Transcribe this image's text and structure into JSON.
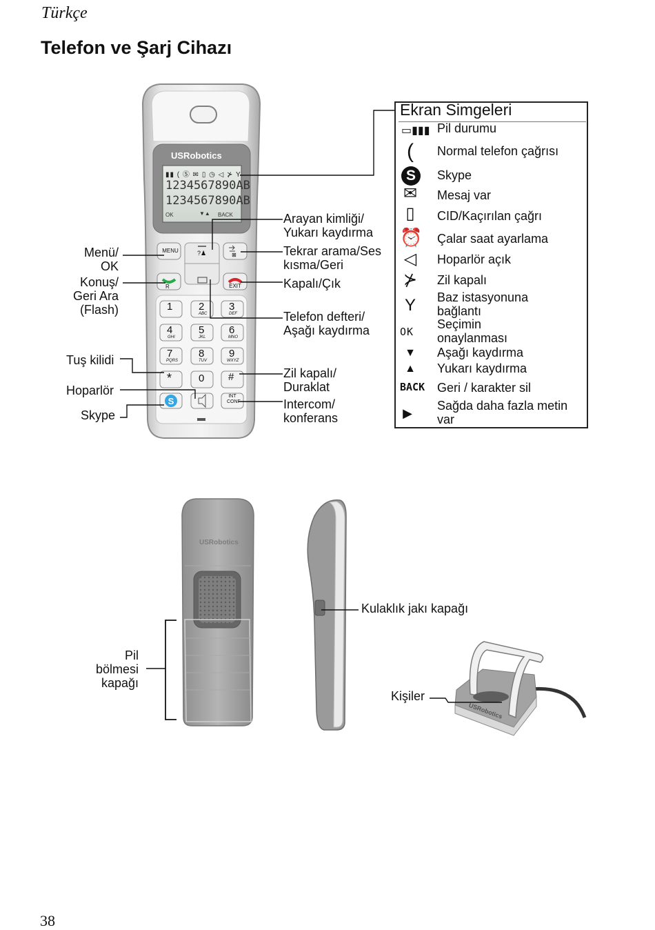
{
  "header": {
    "language": "Türkçe",
    "title": "Telefon ve Şarj Cihazı"
  },
  "phone": {
    "brand": "USRobotics",
    "lcd_line1": "1234567890AB",
    "lcd_line2": "1234567890AB",
    "softkey_left": "OK",
    "softkey_right": "BACK",
    "keys": {
      "menu": "MENU",
      "exit": "EXIT",
      "r": "R",
      "int_top": "INT",
      "int_bottom": "CONF",
      "k1": "1",
      "k2": "2",
      "k2s": "ABC",
      "k3": "3",
      "k3s": "DEF",
      "k4": "4",
      "k4s": "GHI",
      "k5": "5",
      "k5s": "JKL",
      "k6": "6",
      "k6s": "MNO",
      "k7": "7",
      "k7s": "PQRS",
      "k8": "8",
      "k8s": "TUV",
      "k9": "9",
      "k9s": "WXYZ",
      "kstar": "*",
      "k0": "0",
      "khash": "#"
    }
  },
  "left_labels": {
    "menu": [
      "Menü/",
      "OK"
    ],
    "talk": [
      "Konuş/",
      "Geri Ara",
      "(Flash)"
    ],
    "keylock": "Tuş kilidi",
    "speaker": "Hoparlör",
    "skype": "Skype"
  },
  "right_labels": {
    "caller_id": [
      "Arayan kimliği/",
      "Yukarı kaydırma"
    ],
    "redial": [
      "Tekrar arama/Ses",
      "kısma/Geri"
    ],
    "off": "Kapalı/Çık",
    "phonebook": [
      "Telefon defteri/",
      "Aşağı kaydırma"
    ],
    "ringer": [
      "Zil kapalı/",
      "Duraklat"
    ],
    "intercom": [
      "Intercom/",
      "konferans"
    ]
  },
  "icons_box": {
    "title": "Ekran Simgeleri",
    "items": [
      {
        "icon": "battery-icon",
        "label": "Pil durumu"
      },
      {
        "icon": "handset-icon",
        "label": "Normal telefon çağrısı"
      },
      {
        "icon": "skype-icon",
        "label": "Skype"
      },
      {
        "icon": "envelope-icon",
        "label": "Mesaj var"
      },
      {
        "icon": "scroll-icon",
        "label": "CID/Kaçırılan çağrı"
      },
      {
        "icon": "alarm-clock-icon",
        "label": "Çalar saat ayarlama"
      },
      {
        "icon": "speaker-icon",
        "label": "Hoparlör açık"
      },
      {
        "icon": "ringer-off-icon",
        "label": "Zil kapalı"
      },
      {
        "icon": "antenna-icon",
        "label": [
          "Baz istasyonuna",
          "bağlantı"
        ]
      },
      {
        "icon": "ok-text-icon",
        "icon_text": "OK",
        "label": [
          "Seçimin",
          "onaylanması"
        ]
      },
      {
        "icon": "down-arrow-icon",
        "label": "Aşağı kaydırma"
      },
      {
        "icon": "up-arrow-icon",
        "label": "Yukarı kaydırma"
      },
      {
        "icon": "back-text-icon",
        "icon_text": "BACK",
        "label": "Geri / karakter sil"
      },
      {
        "icon": "right-arrow-icon",
        "label": [
          "Sağda daha fazla metin",
          "var"
        ]
      }
    ]
  },
  "bottom": {
    "back_brand": "USRobotics",
    "battery_cover": [
      "Pil",
      "bölmesi",
      "kapağı"
    ],
    "headset_jack": "Kulaklık jakı kapağı",
    "contacts": "Kişiler",
    "charger_brand": "USRobotics"
  },
  "page_number": "38"
}
